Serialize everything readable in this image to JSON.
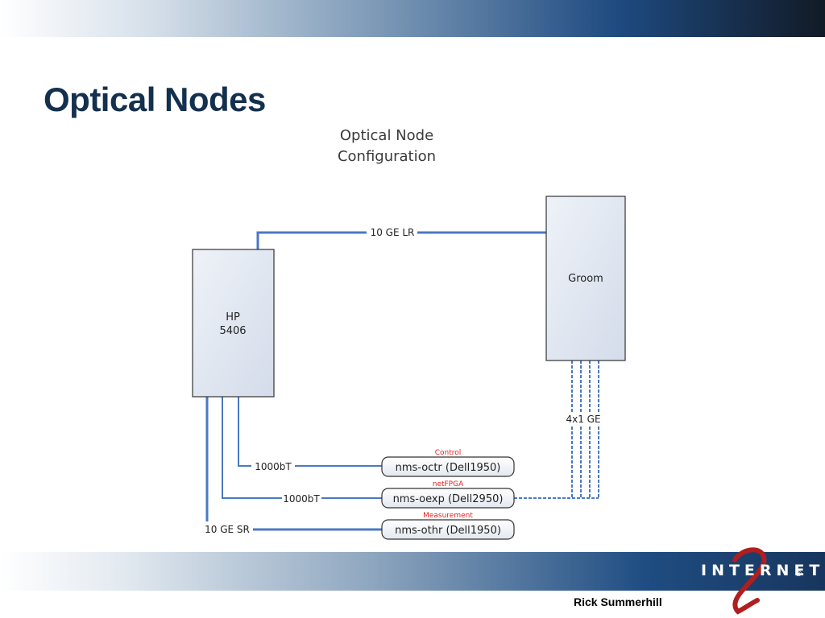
{
  "slide": {
    "title": "Optical Nodes",
    "author": "Rick Summerhill"
  },
  "logo": {
    "text": "INTERNET",
    "registered": "®",
    "mark": "2"
  },
  "diagram": {
    "title_line1": "Optical Node",
    "title_line2": "Configuration",
    "nodes": {
      "hp_line1": "HP",
      "hp_line2": "5406",
      "groom": "Groom",
      "server1": "nms-octr (Dell1950)",
      "server2": "nms-oexp (Dell2950)",
      "server3": "nms-othr (Dell1950)"
    },
    "role_labels": {
      "control": "Control",
      "netfpga": "netFPGA",
      "measurement": "Measurement"
    },
    "link_labels": {
      "top": "10 GE LR",
      "groom_bundle": "4x1 GE",
      "link1": "1000bT",
      "link2": "1000bT",
      "link3": "10 GE SR"
    },
    "colors": {
      "link": "#4a78c4",
      "role_text": "#e02020",
      "node_fill": "#dfe6f3"
    }
  }
}
